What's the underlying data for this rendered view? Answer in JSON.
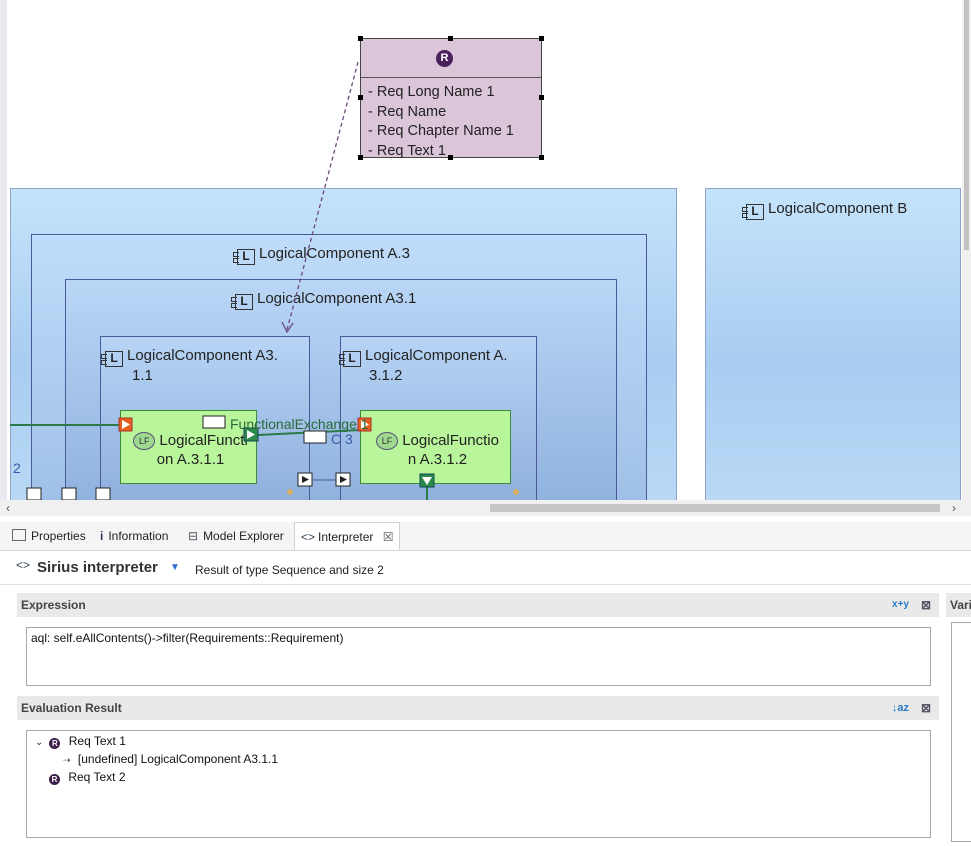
{
  "requirement": {
    "icon": "requirement-icon",
    "lines": [
      "- Req Long Name 1",
      "- Req Name",
      "- Req Chapter Name 1",
      "- Req Text 1"
    ]
  },
  "diagram": {
    "lc_b": "LogicalComponent B",
    "lc_a3": "LogicalComponent A.3",
    "lc_a31": "LogicalComponent A3.1",
    "lc_a311_l1": "LogicalComponent A3.",
    "lc_a311_l2": "1.1",
    "lc_a312_l1": "LogicalComponent A.",
    "lc_a312_l2": "3.1.2",
    "lf1_l1": "LogicalFuncti",
    "lf1_l2": "on A.3.1.1",
    "lf2_l1": "LogicalFunctio",
    "lf2_l2": "n A.3.1.2",
    "fe_label": "FunctionalExchange 1",
    "c3_label": "C 3",
    "side_number": "2",
    "lf_badge": "LF",
    "l_badge": "L"
  },
  "tabs": [
    {
      "label": "Properties",
      "icon": "properties-icon"
    },
    {
      "label": "Information",
      "icon": "info-icon"
    },
    {
      "label": "Model Explorer",
      "icon": "model-explorer-icon"
    },
    {
      "label": "Interpreter",
      "icon": "interpreter-icon"
    }
  ],
  "interpreter": {
    "title": "Sirius interpreter",
    "result_summary": "Result of type Sequence and size 2",
    "expression_header": "Expression",
    "expression_value": "aql: self.eAllContents()->filter(Requirements::Requirement)",
    "result_header": "Evaluation Result",
    "variables_header": "Vari",
    "results": [
      {
        "label": "Req Text 1",
        "children": [
          "[undefined] LogicalComponent A3.1.1"
        ]
      },
      {
        "label": "Req Text 2"
      }
    ]
  }
}
